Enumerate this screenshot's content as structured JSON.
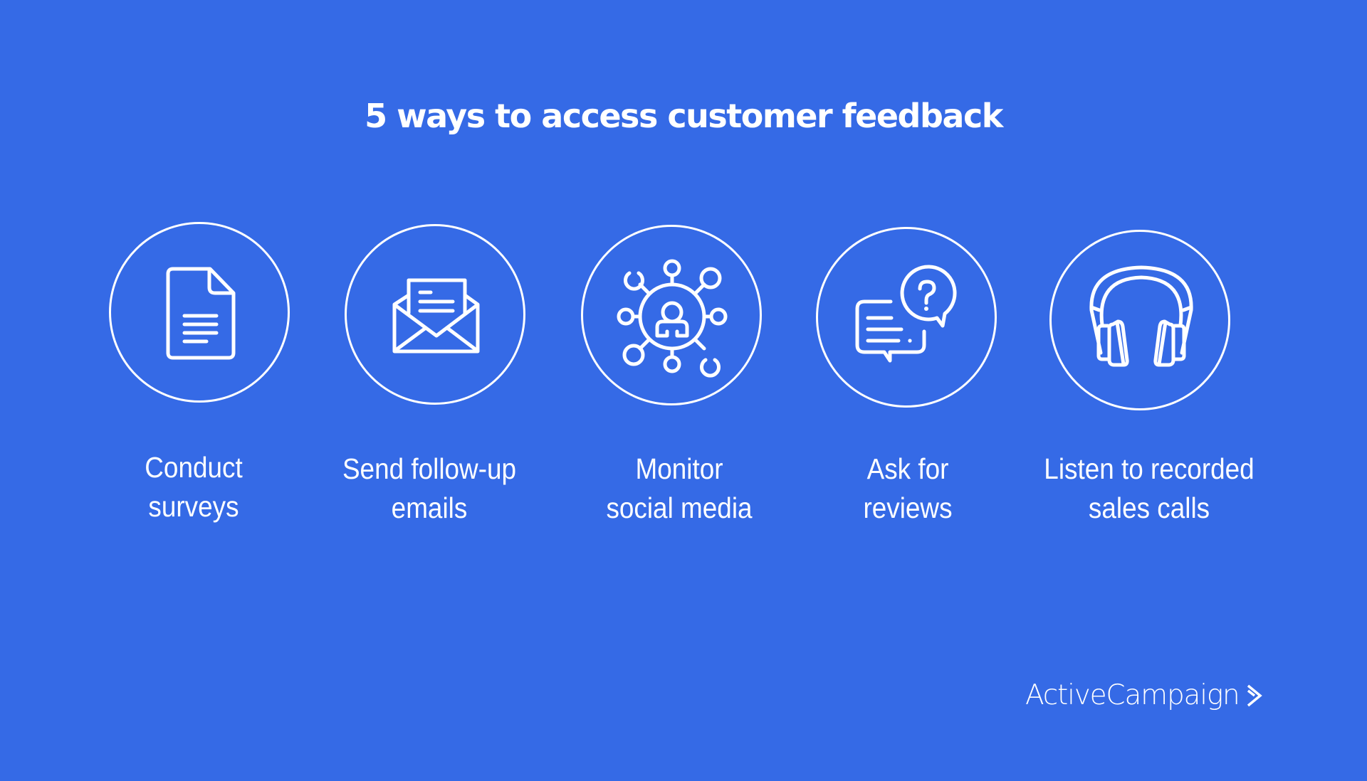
{
  "title": "5 ways to access customer feedback",
  "colors": {
    "background": "#356ae6",
    "foreground": "#ffffff"
  },
  "items": [
    {
      "icon": "document-icon",
      "line1": "Conduct",
      "line2": "surveys"
    },
    {
      "icon": "envelope-icon",
      "line1": "Send follow-up",
      "line2": "emails"
    },
    {
      "icon": "network-icon",
      "line1": "Monitor",
      "line2": "social media"
    },
    {
      "icon": "chat-question-icon",
      "line1": "Ask for",
      "line2": "reviews"
    },
    {
      "icon": "headphones-icon",
      "line1": "Listen to recorded",
      "line2": "sales calls"
    }
  ],
  "logo": {
    "text": "ActiveCampaign",
    "icon": "chevron-right-icon"
  }
}
